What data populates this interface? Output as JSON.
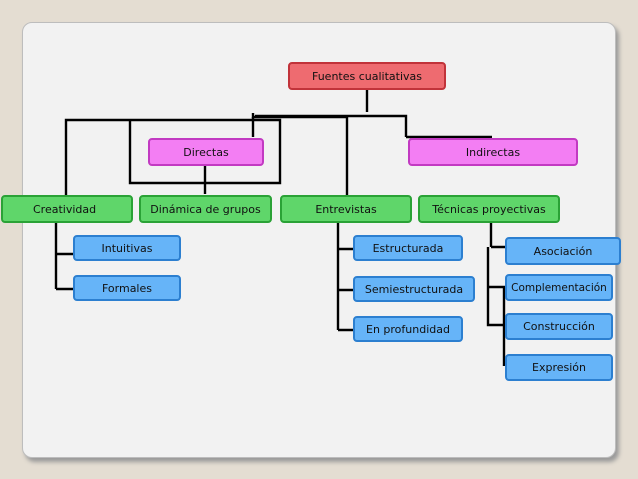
{
  "diagram": {
    "root": "Fuentes cualitativas",
    "categories": {
      "directas": "Directas",
      "indirectas": "Indirectas"
    },
    "methods": {
      "creatividad": "Creatividad",
      "dinamica": "Dinámica de grupos",
      "entrevistas": "Entrevistas",
      "tecnicas": "Técnicas proyectivas"
    },
    "creatividad_types": [
      "Intuitivas",
      "Formales"
    ],
    "entrevista_types": [
      "Estructurada",
      "Semiestructurada",
      "En profundidad"
    ],
    "tecnica_types": [
      "Asociación",
      "Complementación",
      "Construcción",
      "Expresión"
    ]
  },
  "colors": {
    "root_fill": "#ee6b70",
    "category_fill": "#f37ef3",
    "method_fill": "#5fd66a",
    "leaf_fill": "#66b4f8",
    "connector": "#000000",
    "slide_background": "#f2f2f2",
    "page_background": "#e4ddd2"
  }
}
